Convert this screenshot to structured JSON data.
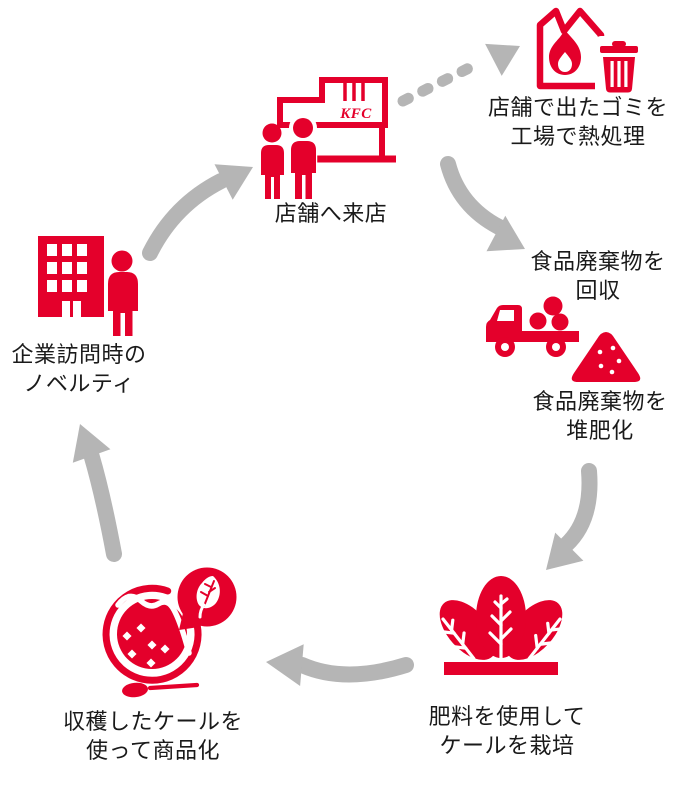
{
  "diagram_name": "KFC food recycling loop",
  "colors": {
    "accent_red": "#e4002b",
    "arrow_gray": "#b5b5b5",
    "text_black": "#1a1a1a",
    "background": "#ffffff"
  },
  "store_sign": "KFC",
  "steps": [
    {
      "id": "visit-store",
      "icon": "kfc-store-icon",
      "lines": [
        "店舗へ来店"
      ]
    },
    {
      "id": "factory-heat",
      "icon": "factory-flame-trash-icon",
      "lines": [
        "店舗で出たゴミを",
        "工場で熱処理"
      ]
    },
    {
      "id": "collect-waste",
      "icon": "garbage-truck-icon",
      "lines": [
        "食品廃棄物を",
        "回収"
      ]
    },
    {
      "id": "compost-waste",
      "icon": "compost-pile-icon",
      "lines": [
        "食品廃棄物を",
        "堆肥化"
      ]
    },
    {
      "id": "grow-kale",
      "icon": "kale-plant-icon",
      "lines": [
        "肥料を使用して",
        "ケールを栽培"
      ]
    },
    {
      "id": "commercialize",
      "icon": "kale-dish-icon",
      "lines": [
        "収穫したケールを",
        "使って商品化"
      ]
    },
    {
      "id": "corporate-novelty",
      "icon": "office-visit-icon",
      "lines": [
        "企業訪問時の",
        "ノベルティ"
      ]
    }
  ],
  "arrows": [
    {
      "id": "novelty-to-store",
      "style": "solid"
    },
    {
      "id": "store-to-factory",
      "style": "dashed"
    },
    {
      "id": "store-to-collect",
      "style": "solid"
    },
    {
      "id": "compost-to-grow",
      "style": "solid"
    },
    {
      "id": "grow-to-product",
      "style": "solid"
    },
    {
      "id": "product-to-novelty",
      "style": "solid"
    }
  ]
}
